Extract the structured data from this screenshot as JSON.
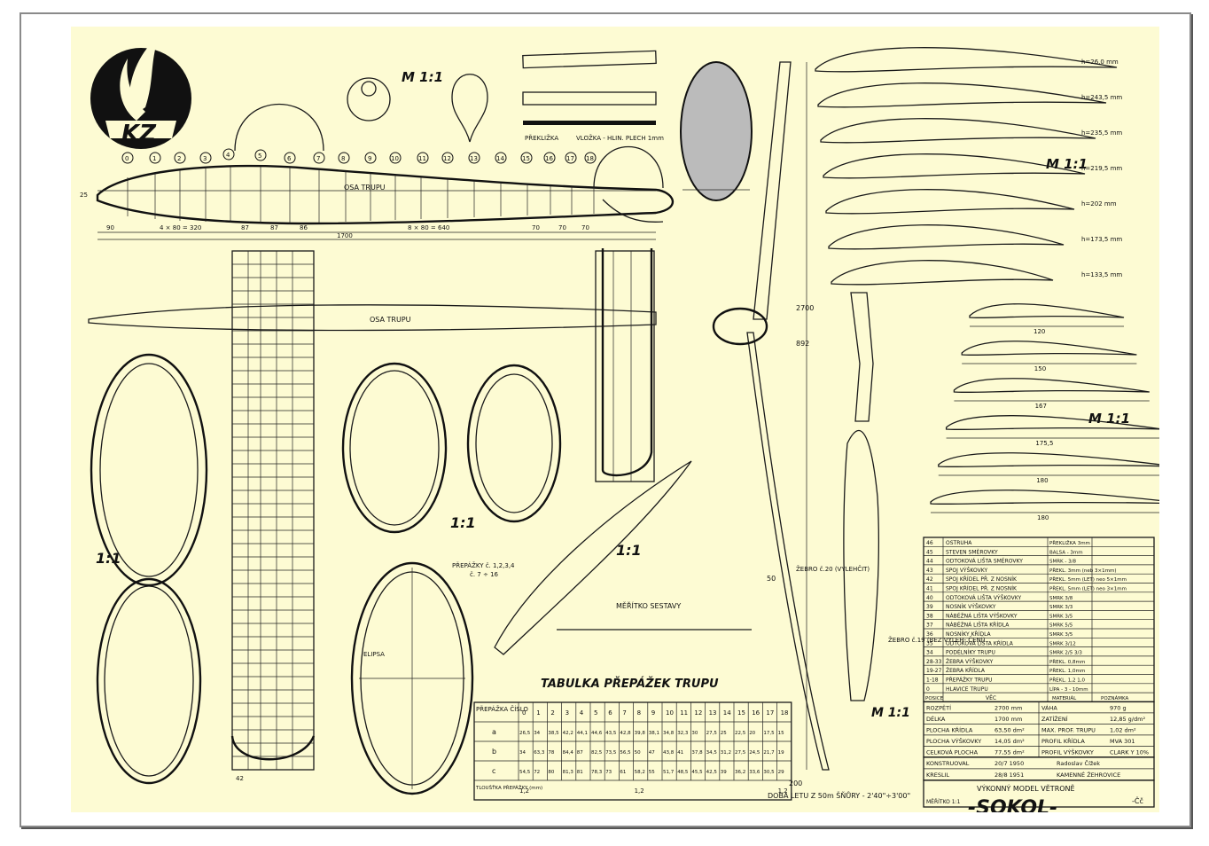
{
  "fuselage_labels": {
    "osa_trupu": "OSA TRUPU",
    "length": "1700",
    "span_a": "4 × 80 = 320",
    "span_b": "8 × 80 = 640",
    "d90": "90",
    "d87a": "87",
    "d87b": "87",
    "d86": "86",
    "d70a": "70",
    "d70b": "70",
    "d70c": "70",
    "d25": "25"
  },
  "stations": [
    "0",
    "1",
    "2",
    "3",
    "4",
    "5",
    "6",
    "7",
    "8",
    "9",
    "10",
    "11",
    "12",
    "13",
    "14",
    "15",
    "16",
    "17",
    "18"
  ],
  "scale_labels": {
    "m11_a": "M 1:1",
    "m11_b": "M 1:1",
    "m11_c": "M 1:1",
    "m11_d": "M 1:1",
    "s11_a": "1:1",
    "s11_b": "1:1",
    "s11_c": "1:1"
  },
  "misc": {
    "preklizka": "PŘEKLIŽKA",
    "vlozka": "VLOŽKA - HLIN. PLECH 1mm",
    "prepazky": "PŘEPÁŽKY č. 1,2,3,4",
    "prepazky2": "č. 7 ÷ 16",
    "elipsa": "ELIPSA",
    "lyze": "Ý ROZSAHU LYŽE POTAH- NOUT PŘEKL 1,0",
    "zebro20": "ŽEBRO č.20 (VYLEHČIT)",
    "zebro19": "ŽEBRO č.19 (BEZ VYLEH- ČENÍ)",
    "doba": "DOBA LETU Z 50m ŠŇŮRY - 2'40\"÷3'00\"",
    "meritko": "MĚŘÍTKO SESTAVY",
    "span2700": "2700",
    "h892": "892",
    "w200": "200",
    "w50": "50"
  },
  "rib_heights": [
    "h=26,0 mm",
    "h=243,5 mm",
    "h=235,5 mm",
    "h=219,5 mm",
    "h=202 mm",
    "h=173,5 mm",
    "h=133,5 mm"
  ],
  "stab_widths": [
    "120",
    "150",
    "167",
    "175,5",
    "180",
    "180"
  ],
  "table_title": "TABULKA PŘEPÁŽEK TRUPU",
  "bulkhead_table": {
    "header_label": "PŘEPÁŽKA ČÍSLO",
    "cols": [
      "0",
      "1",
      "2",
      "3",
      "4",
      "5",
      "6",
      "7",
      "8",
      "9",
      "10",
      "11",
      "12",
      "13",
      "14",
      "15",
      "16",
      "17",
      "18"
    ],
    "rows": [
      {
        "label": "a",
        "values": [
          "26,5",
          "34",
          "38,5",
          "42,2",
          "44,1",
          "44,6",
          "43,5",
          "42,8",
          "39,8",
          "38,1",
          "34,8",
          "32,3",
          "30",
          "27,5",
          "25",
          "22,5",
          "20",
          "17,5",
          "15"
        ]
      },
      {
        "label": "b",
        "values": [
          "34",
          "63,3",
          "78",
          "84,4",
          "87",
          "82,5",
          "73,5",
          "56,5",
          "50",
          "47",
          "43,8",
          "41",
          "37,8",
          "34,5",
          "31,2",
          "27,5",
          "24,5",
          "21,7",
          "19"
        ]
      },
      {
        "label": "c",
        "values": [
          "54,5",
          "72",
          "80",
          "81,3",
          "81",
          "78,3",
          "73",
          "61",
          "58,2",
          "55",
          "51,7",
          "48,5",
          "45,5",
          "42,5",
          "39",
          "36,2",
          "33,6",
          "30,5",
          "29"
        ]
      }
    ],
    "thickness_label": "TLOUŠŤKA PŘEPÁŽKY (mm)",
    "thickness": [
      "1,2",
      "1,2",
      "1,2"
    ]
  },
  "parts_list": [
    {
      "pos": "46",
      "name": "OSTRUHA",
      "mat": "PŘEKLIŽKA 3mm"
    },
    {
      "pos": "45",
      "name": "STEVEN SMĚROVKY",
      "mat": "BALSA - 3mm"
    },
    {
      "pos": "44",
      "name": "ODTOKOVÁ LIŠTA SMĚROVKY",
      "mat": "SMRK - 3/8"
    },
    {
      "pos": "43",
      "name": "SPOJ VÝŠKOVKY",
      "mat": "PŘEKL. 3mm (neb 3×1mm)"
    },
    {
      "pos": "42",
      "name": "SPOJ KŘÍDEL PŘ. Z NOSNÍK",
      "mat": "PŘEKL. 5mm (LET) neo 5×1mm"
    },
    {
      "pos": "41",
      "name": "SPOJ KŘÍDEL PŘ. Z NOSNÍK",
      "mat": "PŘEKL. 5mm (LET) neo 3×1mm"
    },
    {
      "pos": "40",
      "name": "ODTOKOVÁ LIŠTA VÝŠKOVKY",
      "mat": "SMRK 3/8"
    },
    {
      "pos": "39",
      "name": "NOSNÍK VÝŠKOVKY",
      "mat": "SMRK 3/3"
    },
    {
      "pos": "38",
      "name": "NÁBĚŽNÁ LIŠTA VÝŠKOVKY",
      "mat": "SMRK 3/5"
    },
    {
      "pos": "37",
      "name": "NÁBĚŽNÁ LIŠTA KŘÍDLA",
      "mat": "SMRK 5/5"
    },
    {
      "pos": "36",
      "name": "NOSNÍKY KŘÍDLA",
      "mat": "SMRK 3/5"
    },
    {
      "pos": "35",
      "name": "ODTOKOVÁ LIŠTA KŘÍDLA",
      "mat": "SMRK 3/12"
    },
    {
      "pos": "34",
      "name": "PODÉLNÍKY TRUPU",
      "mat": "SMRK 2/5 3/3"
    },
    {
      "pos": "28-33",
      "name": "ŽEBRA VÝŠKOVKY",
      "mat": "PŘEKL. 0,8mm"
    },
    {
      "pos": "19-27",
      "name": "ŽEBRA KŘÍDLA",
      "mat": "PŘEKL. 1,0mm"
    },
    {
      "pos": "1-18",
      "name": "PŘEPÁŽKY TRUPU",
      "mat": "PŘEKL. 1,2 1,0"
    },
    {
      "pos": "0",
      "name": "HLAVICE TRUPU",
      "mat": "LÍPA - 3 - 10mm"
    }
  ],
  "parts_header": {
    "pos": "POSICE",
    "name": "VĚC",
    "mat": "MATERIÁL",
    "note": "POZNÁMKA"
  },
  "specs": [
    {
      "k1": "ROZPĚTÍ",
      "v1": "2700 mm",
      "k2": "VÁHA",
      "v2": "970 g"
    },
    {
      "k1": "DÉLKA",
      "v1": "1700 mm",
      "k2": "ZATÍŽENÍ",
      "v2": "12,85 g/dm²"
    },
    {
      "k1": "PLOCHA KŘÍDLA",
      "v1": "63,50 dm²",
      "k2": "MAX. PROF. TRUPU",
      "v2": "1,02 dm²"
    },
    {
      "k1": "PLOCHA VÝŠKOVKY",
      "v1": "14,05 dm²",
      "k2": "PROFIL KŘÍDLA",
      "v2": "MVA 301"
    },
    {
      "k1": "CELKOVÁ PLOCHA",
      "v1": "77,55 dm²",
      "k2": "PROFIL VÝŠKOVKY",
      "v2": "CLARK Y 10%"
    }
  ],
  "credits": [
    {
      "k": "KONSTRUOVAL",
      "d": "20/7 1950",
      "who": "Radoslav Čížek"
    },
    {
      "k": "KRESLIL",
      "d": "28/8 1951",
      "who": "KAMENNÉ ŽEHROVICE"
    }
  ],
  "title_small": "VÝKONNÝ MODEL VĚTRONĚ",
  "title": "-SOKOL-",
  "scale_note": "MĚŘÍTKO 1:1",
  "signature": "-Čč",
  "colors": {
    "paper": "#fdfbd3",
    "ink": "#111111",
    "frame": "#8a8a8a"
  }
}
